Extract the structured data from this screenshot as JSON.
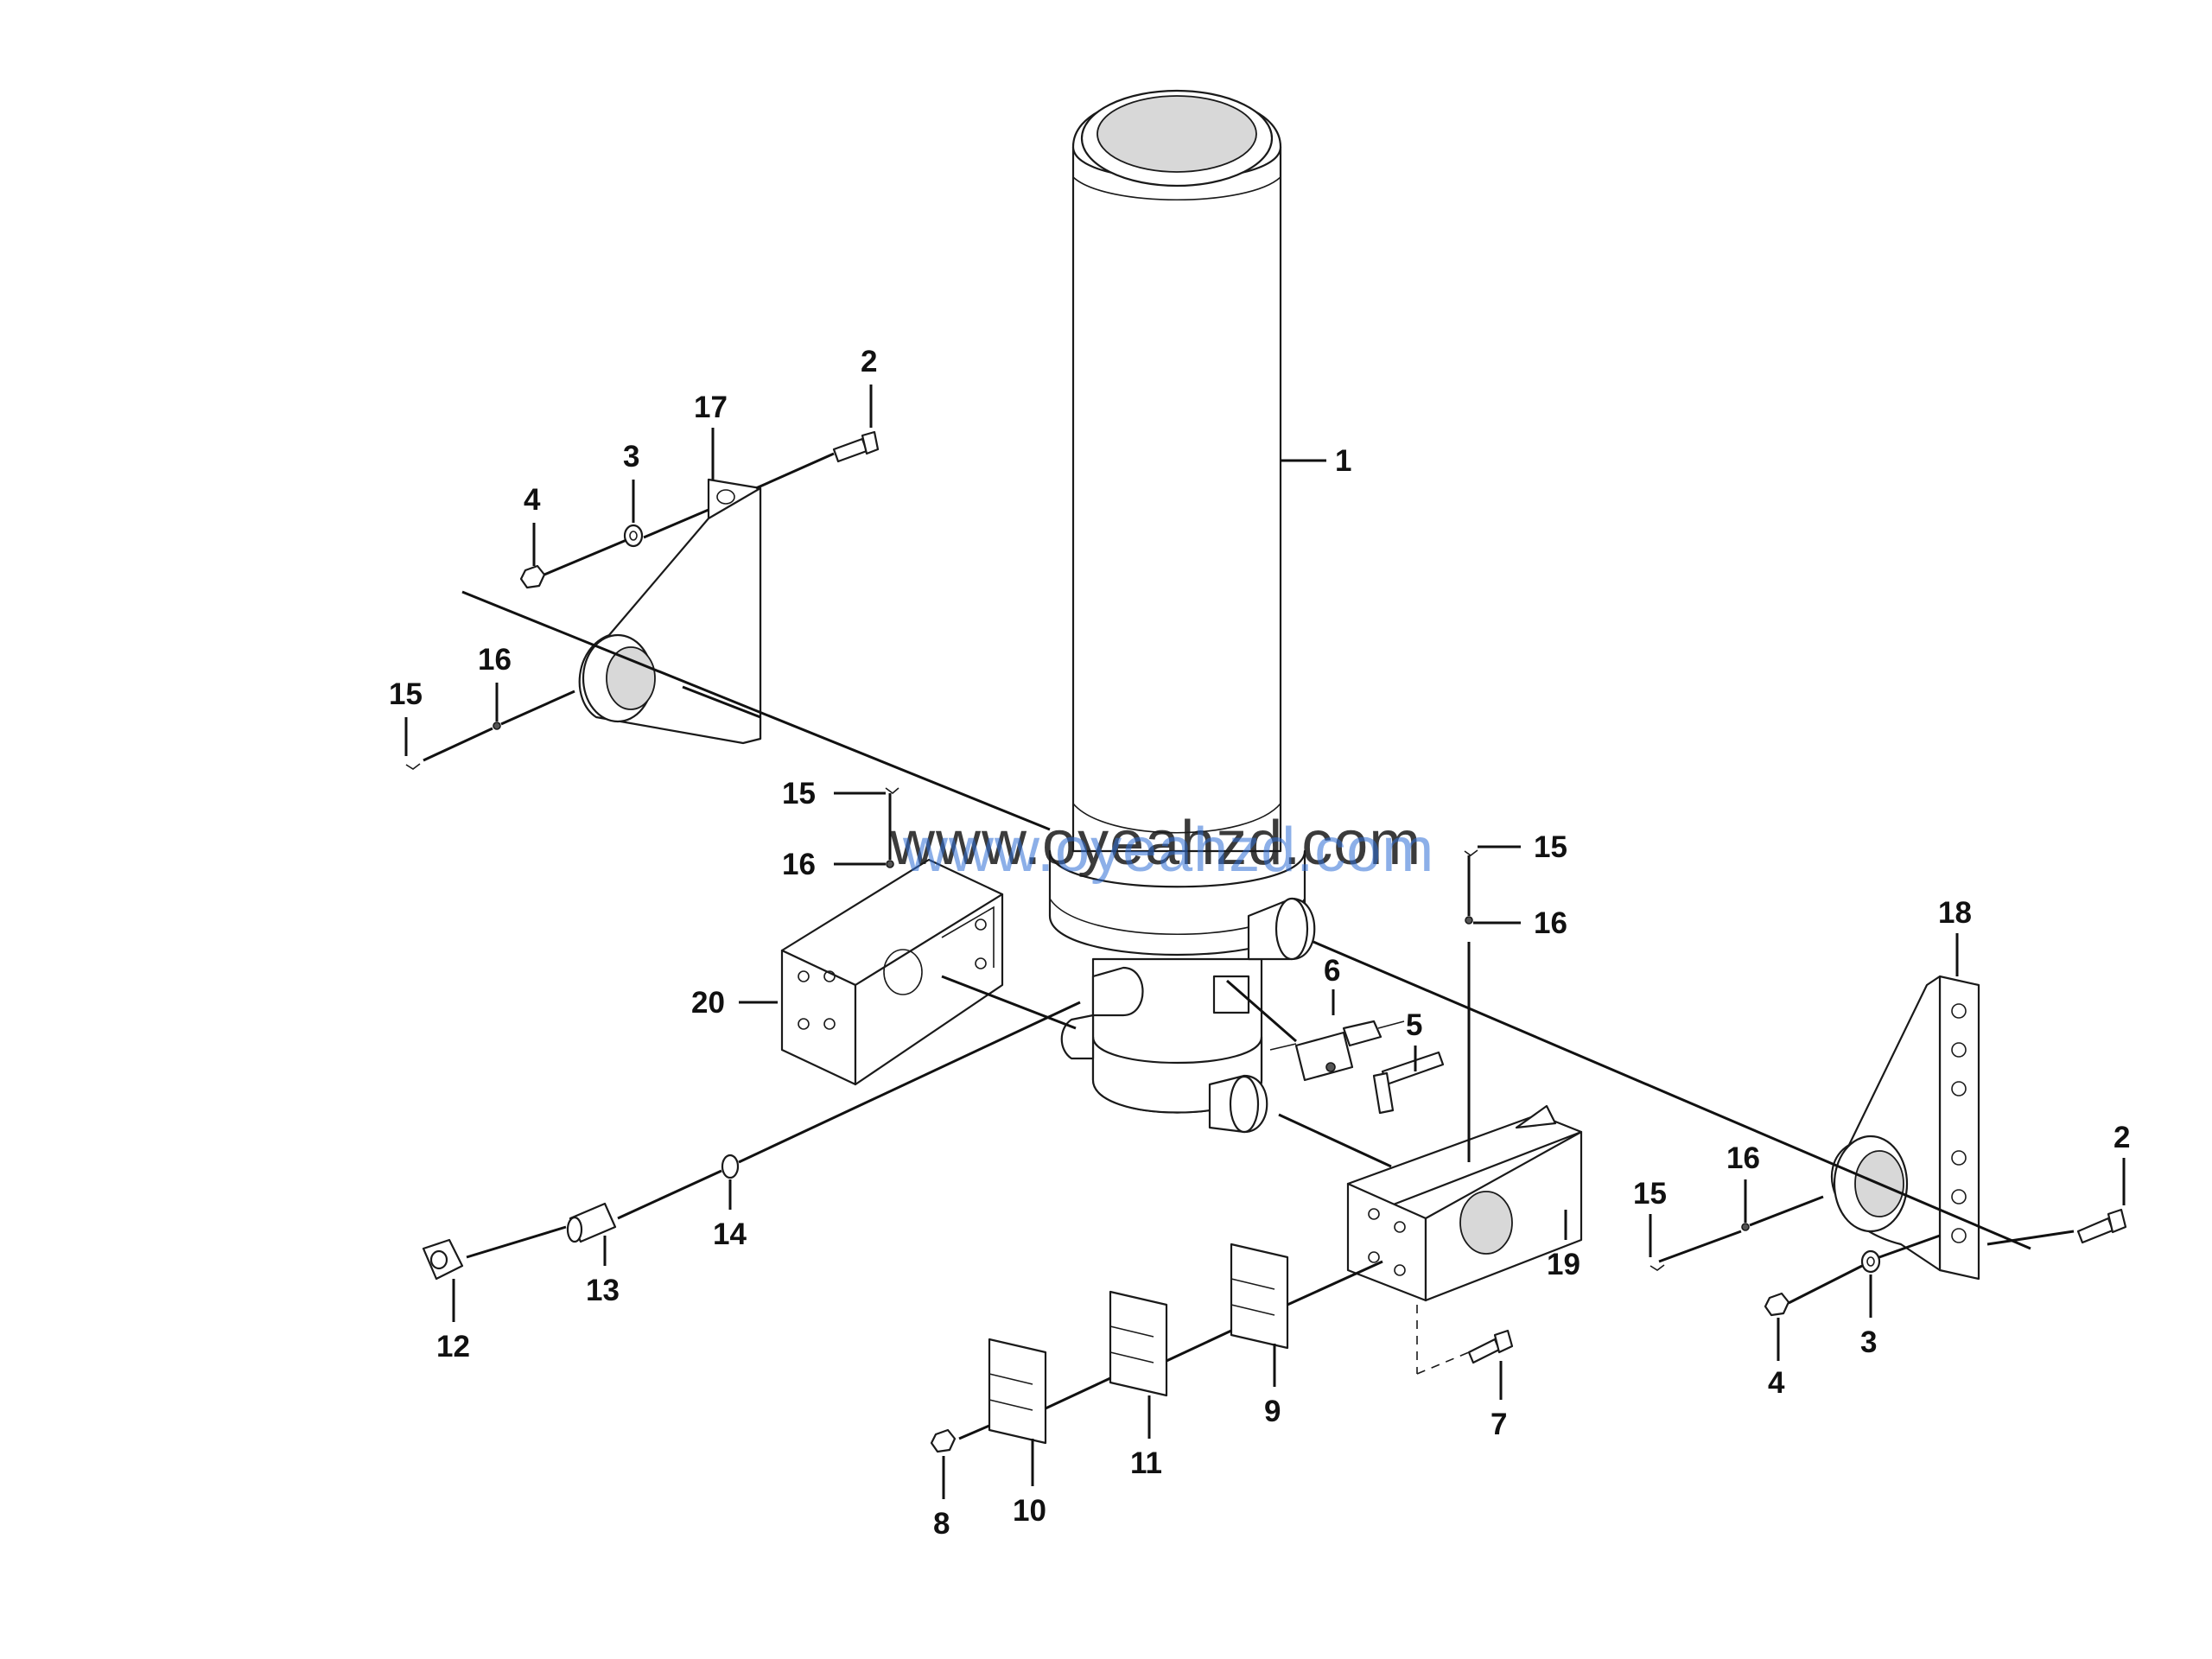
{
  "watermark": "www.oyeahzd.com",
  "callouts": [
    {
      "id": "c1",
      "label": "1"
    },
    {
      "id": "c2a",
      "label": "2"
    },
    {
      "id": "c2b",
      "label": "2"
    },
    {
      "id": "c3a",
      "label": "3"
    },
    {
      "id": "c3b",
      "label": "3"
    },
    {
      "id": "c4a",
      "label": "4"
    },
    {
      "id": "c4b",
      "label": "4"
    },
    {
      "id": "c5",
      "label": "5"
    },
    {
      "id": "c6",
      "label": "6"
    },
    {
      "id": "c7",
      "label": "7"
    },
    {
      "id": "c8",
      "label": "8"
    },
    {
      "id": "c9",
      "label": "9"
    },
    {
      "id": "c10",
      "label": "10"
    },
    {
      "id": "c11",
      "label": "11"
    },
    {
      "id": "c12",
      "label": "12"
    },
    {
      "id": "c13",
      "label": "13"
    },
    {
      "id": "c14",
      "label": "14"
    },
    {
      "id": "c15a",
      "label": "15"
    },
    {
      "id": "c15b",
      "label": "15"
    },
    {
      "id": "c15c",
      "label": "15"
    },
    {
      "id": "c15d",
      "label": "15"
    },
    {
      "id": "c16a",
      "label": "16"
    },
    {
      "id": "c16b",
      "label": "16"
    },
    {
      "id": "c16c",
      "label": "16"
    },
    {
      "id": "c16d",
      "label": "16"
    },
    {
      "id": "c17",
      "label": "17"
    },
    {
      "id": "c18",
      "label": "18"
    },
    {
      "id": "c19",
      "label": "19"
    },
    {
      "id": "c20",
      "label": "20"
    }
  ]
}
